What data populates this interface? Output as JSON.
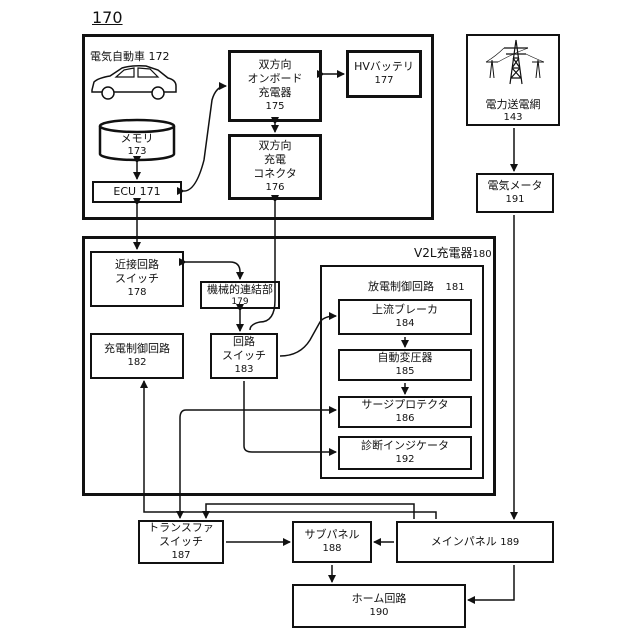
{
  "figure": "170",
  "ev": {
    "title": "電気自動車",
    "num": "172"
  },
  "bidir_charger": {
    "label": "双方向\nオンボード\n充電器",
    "num": "175"
  },
  "hv_battery": {
    "label": "HVバッテリ",
    "num": "177"
  },
  "memory": {
    "label": "メモリ",
    "num": "173"
  },
  "bidir_connector": {
    "label": "双方向\n充電\nコネクタ",
    "num": "176"
  },
  "ecu": {
    "label": "ECU 171"
  },
  "grid": {
    "label": "電力送電網",
    "num": "143"
  },
  "meter": {
    "label": "電気メータ",
    "num": "191"
  },
  "v2l": {
    "title": "V2L充電器",
    "num": "180"
  },
  "proximity": {
    "label": "近接回路\nスイッチ",
    "num": "178"
  },
  "mechanical": {
    "label": "機械的連結部",
    "num": "179"
  },
  "discharge": {
    "title": "放電制御回路",
    "num": "181"
  },
  "upstream": {
    "label": "上流ブレーカ",
    "num": "184"
  },
  "charge_ctrl": {
    "label": "充電制御回路",
    "num": "182"
  },
  "circuit_switch": {
    "label": "回路\nスイッチ",
    "num": "183"
  },
  "auto_trans": {
    "label": "自動変圧器",
    "num": "185"
  },
  "surge": {
    "label": "サージプロテクタ",
    "num": "186"
  },
  "diag": {
    "label": "診断インジケータ",
    "num": "192"
  },
  "transfer": {
    "label": "トランスファ\nスイッチ",
    "num": "187"
  },
  "subpanel": {
    "label": "サブパネル",
    "num": "188"
  },
  "mainpanel": {
    "label": "メインパネル",
    "num": "189"
  },
  "home": {
    "label": "ホーム回路",
    "num": "190"
  }
}
